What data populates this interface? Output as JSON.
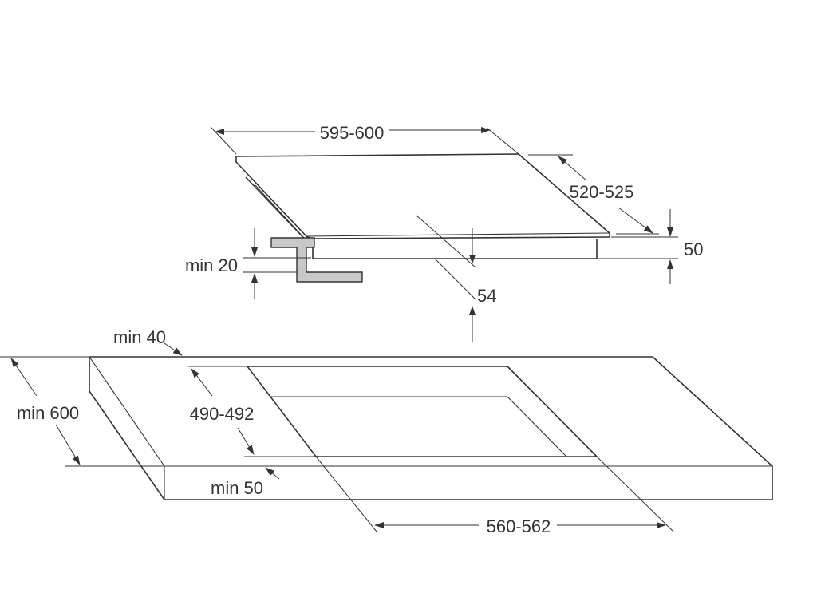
{
  "diagram": {
    "hob": {
      "width": "595-600",
      "depth": "520-525",
      "height": "50",
      "below_depth": "54",
      "min_clearance": "min 20"
    },
    "worktop": {
      "edge_gap": "min 40",
      "min_depth": "min 600",
      "cutout_depth": "490-492",
      "front_gap": "min 50",
      "cutout_width": "560-562"
    }
  },
  "colors": {
    "line": "#333333",
    "bracket": "#c8c8c8",
    "background": "#ffffff"
  }
}
